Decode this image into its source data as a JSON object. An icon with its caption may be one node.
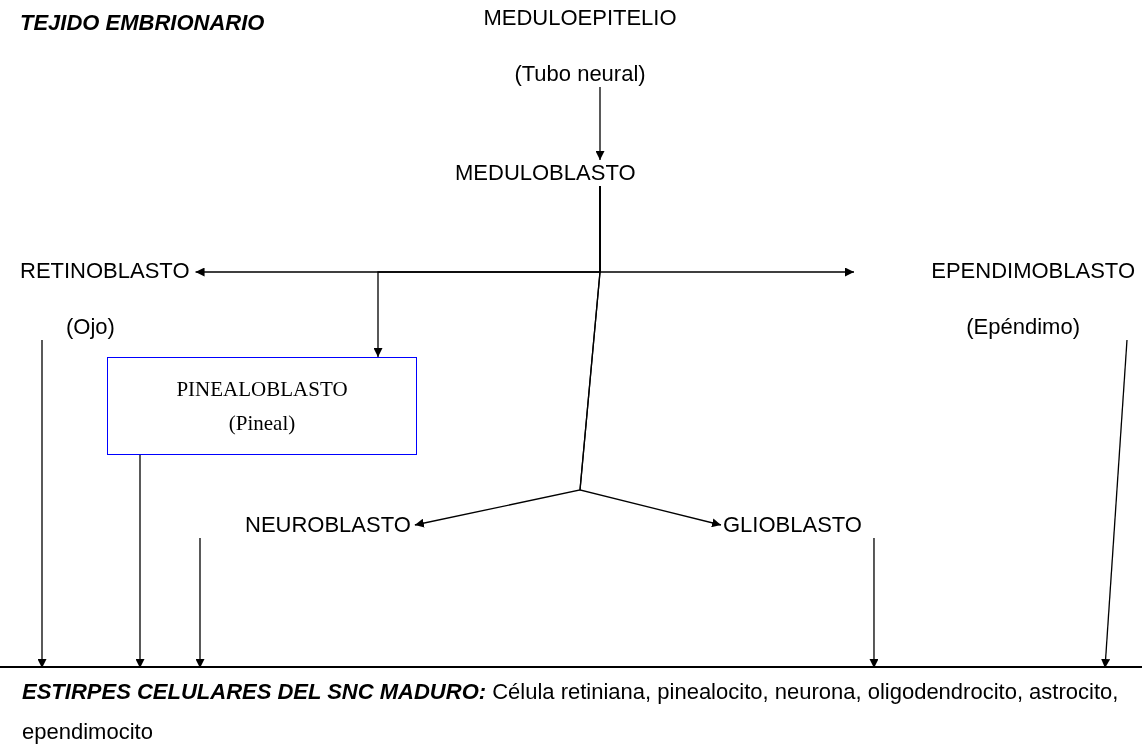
{
  "diagram": {
    "nodes": [
      {
        "text": [
          "MEDULOEPITELIO",
          "(Tubo neural)"
        ]
      },
      {
        "text": [
          "MEDULOBLASTO"
        ]
      },
      {
        "text": [
          "RETINOBLASTO",
          "(Ojo)"
        ]
      },
      {
        "text": [
          "EPENDIMOBLASTO",
          "(Epéndimo)"
        ]
      },
      {
        "text": [
          "PINEALOBLASTO",
          "(Pineal)"
        ]
      },
      {
        "text": [
          "NEUROBLASTO"
        ]
      },
      {
        "text": [
          "GLIOBLASTO"
        ]
      },
      {
        "text": [
          "**ESTIRPES CELULARES DEL SNC MADURO:** Célula retiniana, pinealocito, neurona, oligodendrocito, astrocito, ependimocito"
        ]
      }
    ],
    "edges": [
      {
        "from": 0,
        "to": 1,
        "arrow": "to"
      },
      {
        "from": 1,
        "to": 2,
        "arrow": "to"
      },
      {
        "from": 1,
        "to": 3,
        "arrow": "to"
      },
      {
        "from": 1,
        "to": 4,
        "arrow": "to"
      },
      {
        "from": 1,
        "to": 5,
        "arrow": "to"
      },
      {
        "from": 1,
        "to": 6,
        "arrow": "to"
      },
      {
        "from": 2,
        "to": 7,
        "arrow": "to"
      },
      {
        "from": 4,
        "to": 7,
        "arrow": "to"
      },
      {
        "from": 5,
        "to": 7,
        "arrow": "to"
      },
      {
        "from": 6,
        "to": 7,
        "arrow": "to"
      },
      {
        "from": 3,
        "to": 7,
        "arrow": "to"
      }
    ],
    "labels": [
      "TEJIDO EMBRIONARIO"
    ]
  }
}
